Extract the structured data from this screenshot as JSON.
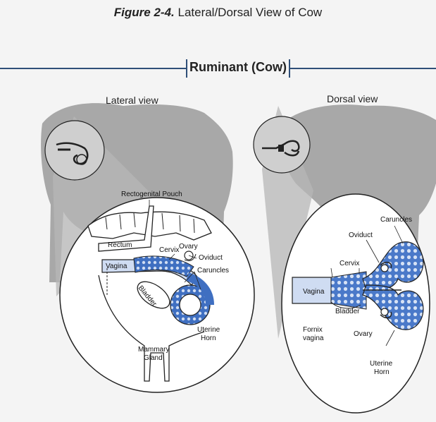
{
  "figure": {
    "number": "Figure 2-4.",
    "title": "Lateral/Dorsal View of Cow"
  },
  "banner": {
    "label": "Ruminant (Cow)"
  },
  "views": {
    "lateral": "Lateral view",
    "dorsal": "Dorsal view"
  },
  "lateral_labels": {
    "rectogenital_pouch": "Rectogenital Pouch",
    "rectum": "Rectum",
    "cervix": "Cervix",
    "ovary": "Ovary",
    "oviduct": "Oviduct",
    "caruncles": "Caruncles",
    "vagina": "Vagina",
    "bladder": "Bladder",
    "uterine_horn_1": "Uterine",
    "uterine_horn_2": "Horn",
    "mammary_1": "Mammary",
    "mammary_2": "Gland"
  },
  "dorsal_labels": {
    "caruncles": "Caruncles",
    "oviduct": "Oviduct",
    "cervix": "Cervix",
    "vagina": "Vagina",
    "bladder": "Bladder",
    "fornix_1": "Fornix",
    "fornix_2": "vagina",
    "ovary": "Ovary",
    "uterine_horn_1": "Uterine",
    "uterine_horn_2": "Horn"
  },
  "colors": {
    "uterus_blue": "#3f6fc1",
    "light_blue": "#cfdcf2",
    "cow_gray": "#9a9a9a",
    "callout_gray": "#b7b7b7",
    "banner_rule": "#2f4f78"
  }
}
